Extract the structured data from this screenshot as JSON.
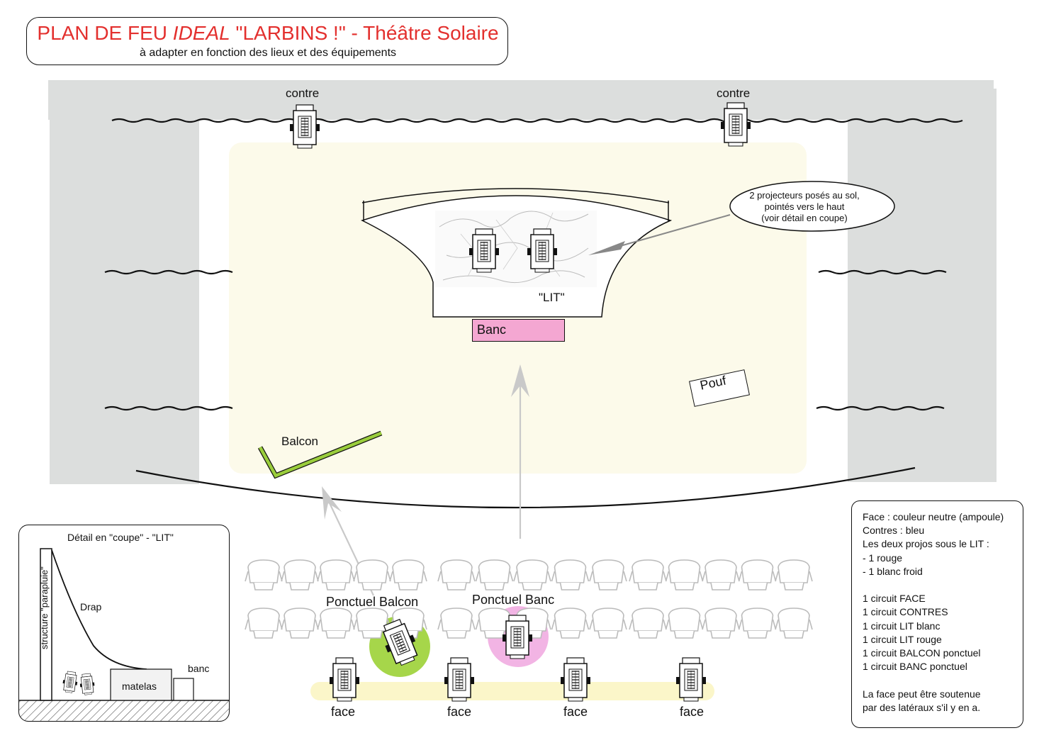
{
  "title": {
    "prefix": "PLAN DE FEU ",
    "italic": "IDEAL",
    "suffix": " \"LARBINS !\" - Théâtre Solaire",
    "subtitle": "à adapter en fonction des lieux et des équipements"
  },
  "stage": {
    "contre_left": "contre",
    "contre_right": "contre",
    "lit_label": "\"LIT\"",
    "banc_label": "Banc",
    "pouf_label": "Pouf",
    "balcon_label": "Balcon",
    "callout": [
      "2 projecteurs posés au sol,",
      "pointés vers le haut",
      "(voir détail en coupe)"
    ]
  },
  "audience": {
    "ponctuel_balcon": "Ponctuel Balcon",
    "ponctuel_banc": "Ponctuel Banc",
    "face_labels": [
      "face",
      "face",
      "face",
      "face"
    ]
  },
  "detail": {
    "title": "Détail en \"coupe\" - \"LIT\"",
    "structure": "structure \"parapluie\"",
    "drap": "Drap",
    "matelas": "matelas",
    "banc": "banc"
  },
  "legend": {
    "lines": [
      "Face : couleur neutre (ampoule)",
      "Contres : bleu",
      "Les deux projos sous le LIT :",
      "- 1 rouge",
      "- 1 blanc froid",
      "",
      "1 circuit FACE",
      "1 circuit CONTRES",
      "1 circuit  LIT blanc",
      "1 circuit LIT rouge",
      "1 circuit BALCON ponctuel",
      "1 circuit BANC ponctuel",
      "",
      "La face peut être soutenue",
      "par des latéraux s'il y en a."
    ]
  },
  "colors": {
    "title_red": "#e3302e",
    "wing_grey": "#dcdedd",
    "stage_cream": "#fcfaea",
    "banc_pink": "#f4a7d2",
    "balcon_green": "#9acd3c",
    "halo_green": "#a6d64a",
    "halo_pink": "#f2b4e4",
    "face_yellow": "#fbf6c9"
  },
  "icons": [
    "projector-icon",
    "seat-icon",
    "arrow-icon"
  ]
}
